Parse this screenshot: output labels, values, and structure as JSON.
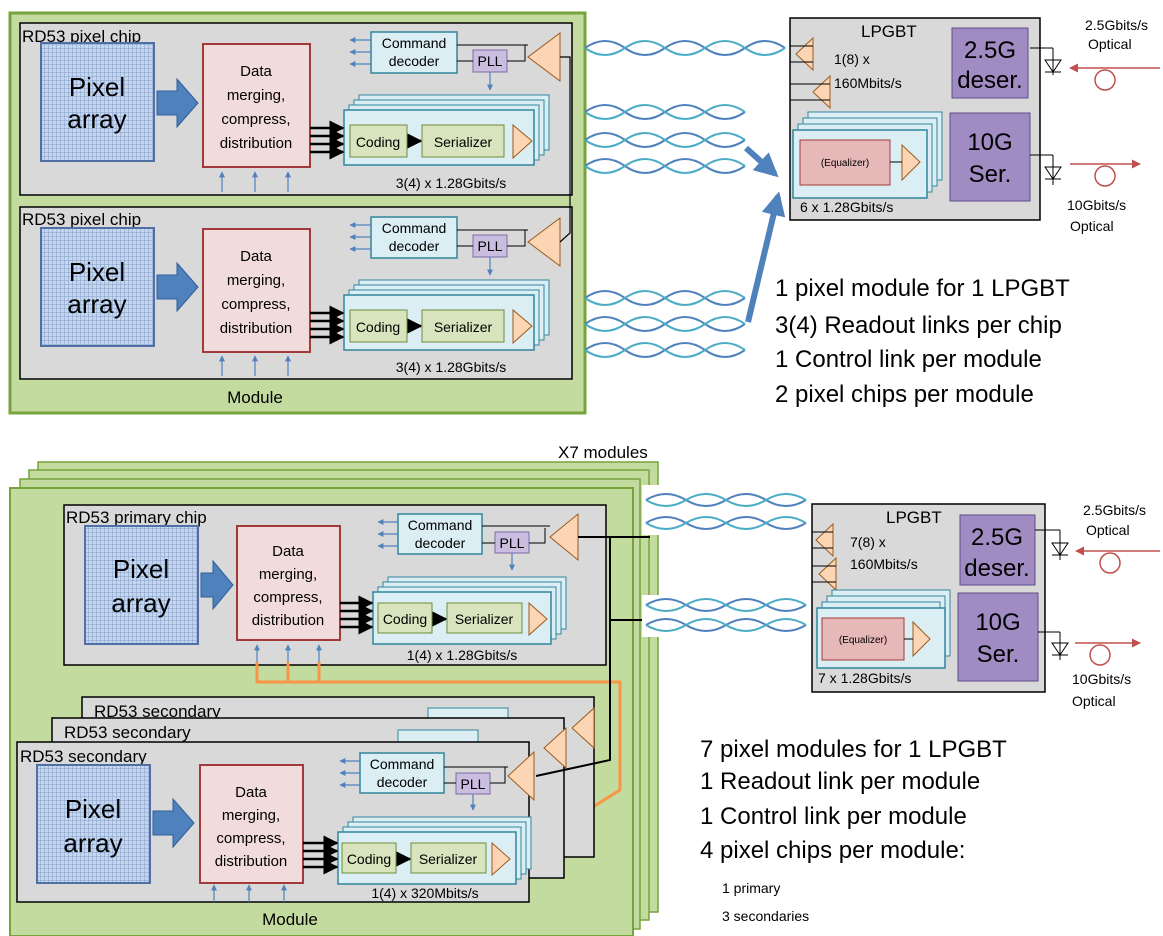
{
  "top": {
    "chip_label": "RD53 pixel chip",
    "chip_label_2": "RD53 pixel chip",
    "pixel_array": [
      "Pixel",
      "array"
    ],
    "data_block": [
      "Data",
      "merging,",
      "compress,",
      "distribution"
    ],
    "command_decoder": [
      "Command",
      "decoder"
    ],
    "pll": "PLL",
    "coding": "Coding",
    "serializer": "Serializer",
    "readout_rate": "3(4) x 1.28Gbits/s",
    "module_label": "Module",
    "lpgbt": {
      "title": "LPGBT",
      "rx": [
        "1(8) x",
        "160Mbits/s"
      ],
      "deser": [
        "2.5G",
        "deser."
      ],
      "ser": [
        "10G",
        "Ser."
      ],
      "equalizer": "(Equalizer)",
      "rate": "6 x 1.28Gbits/s"
    },
    "optical_in": [
      "2.5Gbits/s",
      "Optical"
    ],
    "optical_out": [
      "10Gbits/s",
      "Optical"
    ],
    "summary": [
      "1 pixel module for 1 LPGBT",
      "3(4) Readout links per chip",
      "1 Control link per module",
      "2 pixel chips per module"
    ]
  },
  "bottom": {
    "stack_label": "X7 modules",
    "primary_label": "RD53 primary chip",
    "secondary_label": "RD53 secondary",
    "pixel_array": [
      "Pixel",
      "array"
    ],
    "data_block": [
      "Data",
      "merging,",
      "compress,",
      "distribution"
    ],
    "command_decoder": [
      "Command",
      "decoder"
    ],
    "pll": "PLL",
    "coding": "Coding",
    "serializer": "Serializer",
    "primary_rate": "1(4) x 1.28Gbits/s",
    "secondary_rate": "1(4) x 320Mbits/s",
    "module_label": "Module",
    "lpgbt": {
      "title": "LPGBT",
      "rx": [
        "7(8) x",
        "160Mbits/s"
      ],
      "deser": [
        "2.5G",
        "deser."
      ],
      "ser": [
        "10G",
        "Ser."
      ],
      "equalizer": "(Equalizer)",
      "rate": "7 x 1.28Gbits/s"
    },
    "optical_in": [
      "2.5Gbits/s",
      "Optical"
    ],
    "optical_out": [
      "10Gbits/s",
      "Optical"
    ],
    "summary": [
      "7 pixel modules for 1 LPGBT",
      "1 Readout link per module",
      "1 Control link per module",
      "4 pixel chips per module:"
    ],
    "summary_sub": [
      "1 primary",
      "3 secondaries"
    ]
  },
  "colors": {
    "module_green": "#c4dba0",
    "module_border": "#77a33c",
    "chip_gray": "#d9d9d9",
    "pixel_blue": "#b9cde8",
    "data_pink": "#f2dcdb",
    "data_border": "#a33a3a",
    "serializer_blue": "#dbeef4",
    "coding_green": "#d7e4bd",
    "pll_purple": "#c9bde0",
    "lpgbt_purple": "#a08cc2",
    "arrow_blue": "#4f81bd",
    "amp_orange": "#fcd5b4",
    "optical_red": "#c0504d",
    "bus_orange": "#f79646"
  }
}
